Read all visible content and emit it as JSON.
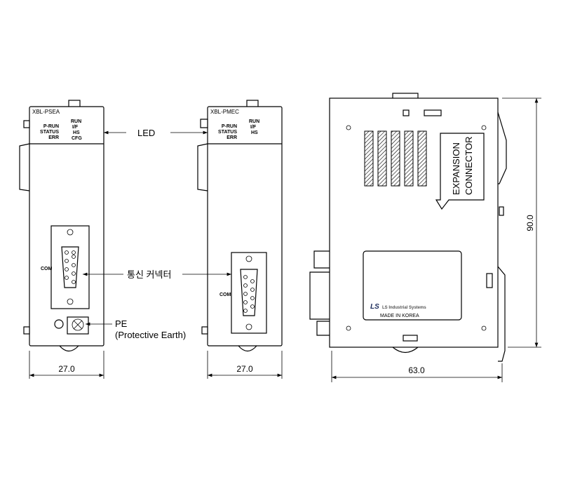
{
  "modules": {
    "left": {
      "model": "XBL-PSEA",
      "led_col1": [
        "P-RUN",
        "STATUS",
        "ERR"
      ],
      "led_col2": [
        "RUN",
        "I/F",
        "HS",
        "CFG"
      ],
      "port": "COM"
    },
    "middle": {
      "model": "XBL-PMEC",
      "led_col1": [
        "P-RUN",
        "STATUS",
        "ERR"
      ],
      "led_col2": [
        "RUN",
        "I/F",
        "HS"
      ],
      "port": "COM"
    },
    "right": {
      "expansion_label_1": "EXPANSION",
      "expansion_label_2": "CONNECTOR",
      "brand": "LS Industrial Systems",
      "made_in": "MADE IN KOREA"
    }
  },
  "callouts": {
    "led": "LED",
    "connector": "통신 커넥터",
    "pe": "PE",
    "pe_desc": "(Protective Earth)"
  },
  "dimensions": {
    "left_width": "27.0",
    "middle_width": "27.0",
    "right_width": "63.0",
    "height": "90.0"
  }
}
